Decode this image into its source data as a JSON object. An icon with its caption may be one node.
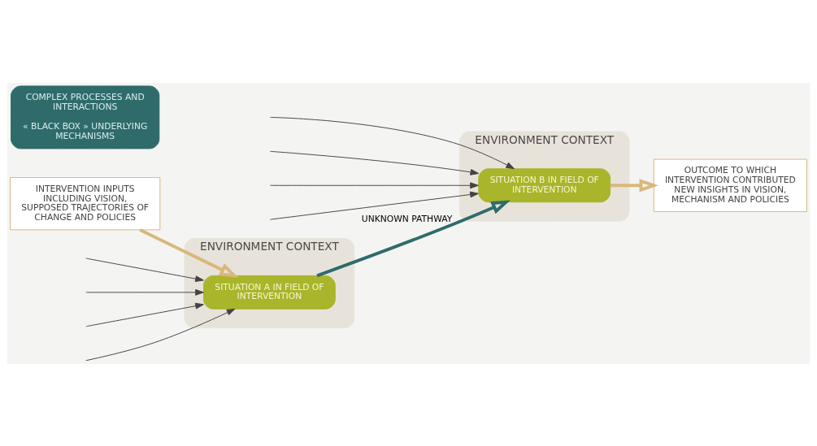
{
  "diagram": {
    "nodes": [
      {
        "text": [
          "ENVIRONMENT CONTEXT"
        ]
      },
      {
        "text": [
          "SITUATION A IN FIELD OF INTERVENTION"
        ],
        "in": 0
      },
      {
        "text": [
          "COMPLEX PROCESSES AND INTERACTIONS",
          "« BLACK BOX » UNDERLYING MECHANISMS"
        ]
      },
      {
        "text": [
          "ENVIRONMENT CONTEXT"
        ]
      },
      {
        "text": [
          "SITUATION B IN FIELD OF INTERVENTION"
        ],
        "in": 3
      },
      {
        "text": [
          "INTERVENTION INPUTS INCLUDING VISION, SUPPOSED TRAJECTORIES OF CHANGE AND POLICIES"
        ]
      },
      {
        "text": [
          "OUTCOME TO WHICH INTERVENTION CONTRIBUTED NEW INSIGHTS IN VISION, MECHANISM AND POLICIES"
        ]
      }
    ],
    "edges": [
      {
        "from": 5,
        "to": 1,
        "arrow": "to",
        "style": "thick",
        "color": "#d9b77c"
      },
      {
        "from": 1,
        "to": 4,
        "arrow": "to",
        "style": "thick",
        "color": "#2f6b6b",
        "label": "UNKNOWN PATHWAY"
      },
      {
        "from": 4,
        "to": 6,
        "arrow": "to",
        "style": "thick",
        "color": "#d9b77c"
      },
      {
        "from": null,
        "to": 1,
        "arrow": "to"
      },
      {
        "from": null,
        "to": 1,
        "arrow": "to"
      },
      {
        "from": null,
        "to": 1,
        "arrow": "to"
      },
      {
        "from": null,
        "to": 1,
        "arrow": "to"
      },
      {
        "from": null,
        "to": 4,
        "arrow": "to"
      },
      {
        "from": null,
        "to": 4,
        "arrow": "to"
      },
      {
        "from": null,
        "to": 4,
        "arrow": "to"
      },
      {
        "from": null,
        "to": 4,
        "arrow": "to"
      }
    ]
  }
}
